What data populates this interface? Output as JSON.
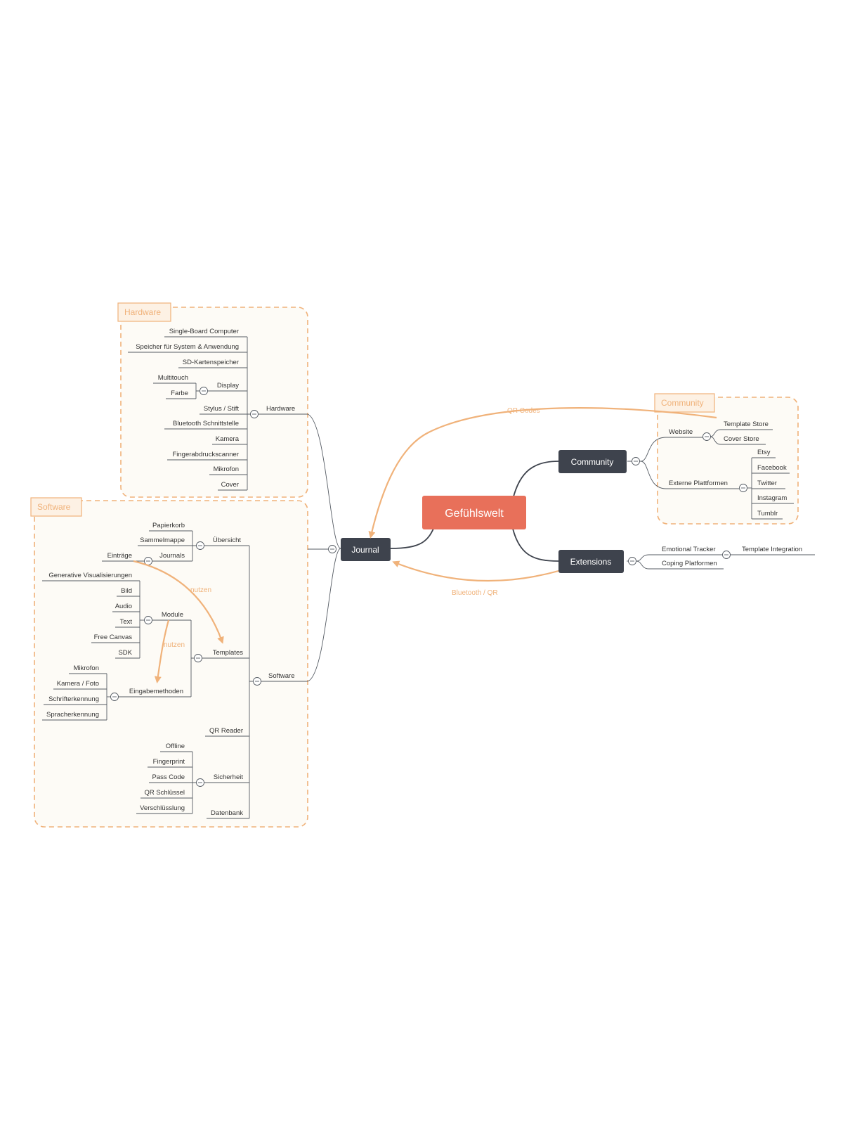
{
  "root": {
    "label": "Gefühlswelt",
    "color": "#e8705a"
  },
  "colors": {
    "dark_node": "#3e434d",
    "accent": "#f0b27a",
    "boundary_fill": "#fdfbf6",
    "line": "#555b63"
  },
  "main_nodes": {
    "journal": "Journal",
    "community": "Community",
    "extensions": "Extensions"
  },
  "boundaries": {
    "hardware": "Hardware",
    "software": "Software",
    "community": "Community"
  },
  "hardware": {
    "label": "Hardware",
    "display": "Display",
    "display_children": [
      "Multitouch",
      "Farbe"
    ],
    "items": [
      "Single-Board Computer",
      "Speicher für System & Anwendung",
      "SD-Kartenspeicher",
      "Stylus / Stift",
      "Bluetooth Schnittstelle",
      "Kamera",
      "Fingerabdruckscanner",
      "Mikrofon",
      "Cover"
    ]
  },
  "software": {
    "label": "Software",
    "uebersicht": "Übersicht",
    "uebersicht_children": [
      "Papierkorb",
      "Sammelmappe"
    ],
    "journals": "Journals",
    "eintraege": "Einträge",
    "templates": "Templates",
    "module": "Module",
    "module_children": [
      "Generative Visualisierungen",
      "Bild",
      "Audio",
      "Text",
      "Free Canvas",
      "SDK"
    ],
    "eingabemethoden": "Eingabemethoden",
    "eingabe_children": [
      "Mikrofon",
      "Kamera / Foto",
      "Schrifterkennung",
      "Spracherkennung"
    ],
    "qr_reader": "QR Reader",
    "sicherheit": "Sicherheit",
    "sicherheit_children": [
      "Offline",
      "Fingerprint",
      "Pass Code",
      "QR Schlüssel",
      "Verschlüsslung"
    ],
    "datenbank": "Datenbank"
  },
  "community": {
    "website": "Website",
    "website_children": [
      "Template Store",
      "Cover Store"
    ],
    "externe": "Externe Plattformen",
    "externe_children": [
      "Etsy",
      "Facebook",
      "Twitter",
      "Instagram",
      "Tumblr"
    ]
  },
  "extensions": {
    "emotional_tracker": "Emotional Tracker",
    "template_integration": "Template Integration",
    "coping": "Coping Platformen"
  },
  "relationships": {
    "qr_codes": "QR Codes",
    "bluetooth_qr": "Bluetooth / QR",
    "nutzen_1": "nutzen",
    "nutzen_2": "nutzen"
  }
}
